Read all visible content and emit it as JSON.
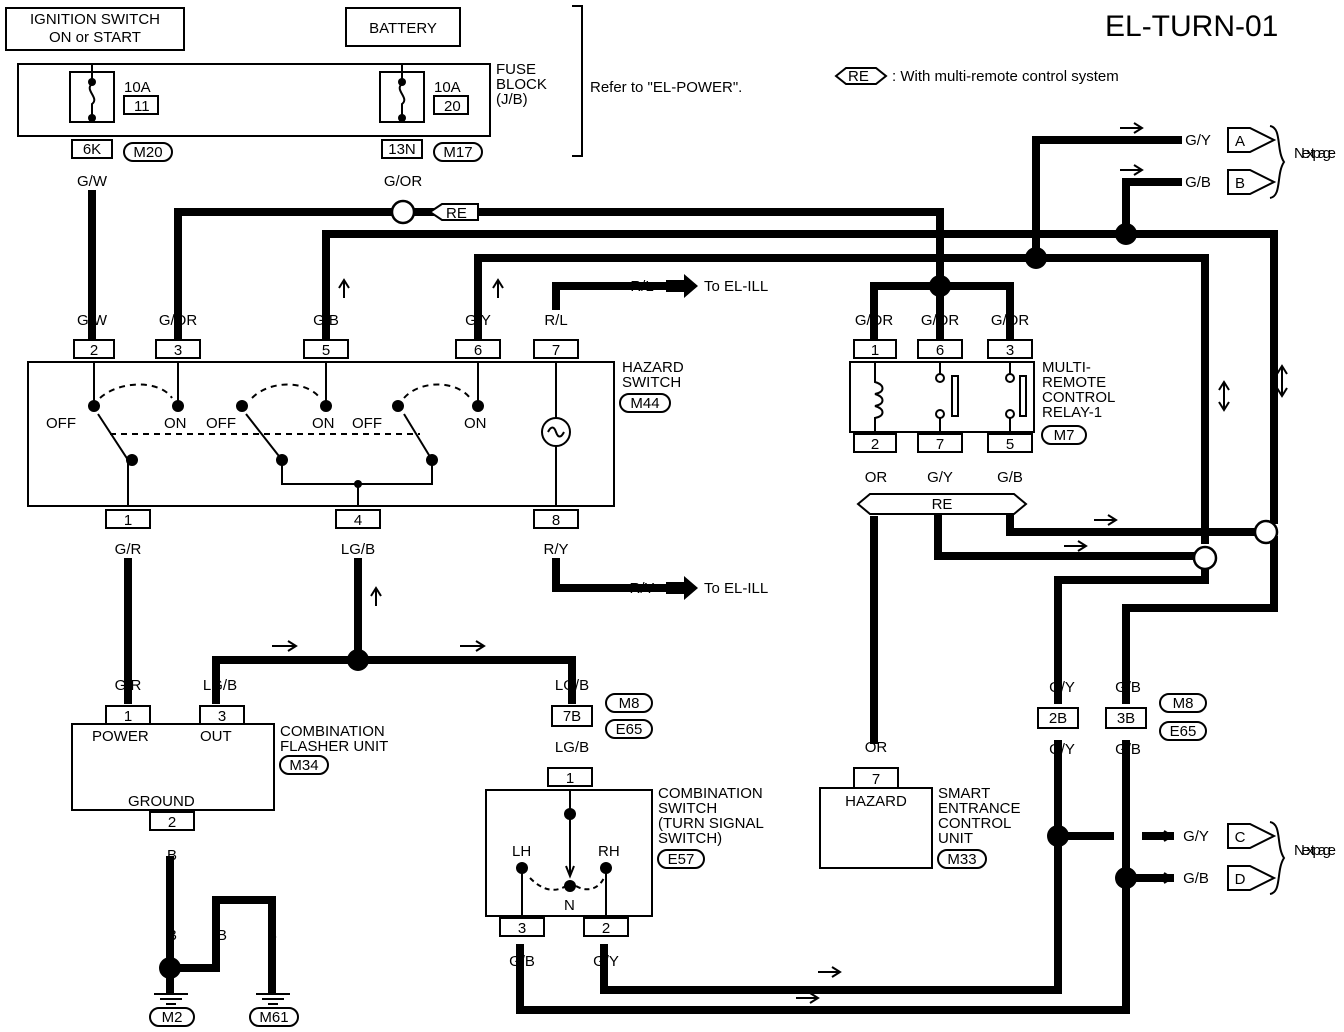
{
  "title": "EL-TURN-01",
  "legend": {
    "badge": "RE",
    "text": ": With multi-remote control system"
  },
  "refer_note": "Refer to \"EL-POWER\".",
  "next_page": "Next page",
  "to_el_ill": "To EL-ILL",
  "ignition": {
    "line1": "IGNITION SWITCH",
    "line2": "ON or START"
  },
  "battery": "BATTERY",
  "fuse_block": {
    "line1": "FUSE",
    "line2": "BLOCK",
    "line3": "(J/B)",
    "fuse1_amp": "10A",
    "fuse1_no": "11",
    "fuse2_amp": "10A",
    "fuse2_no": "20",
    "term1": "6K",
    "term2": "13N",
    "conn1": "M20",
    "conn2": "M17"
  },
  "hazard_switch": {
    "line1": "HAZARD",
    "line2": "SWITCH",
    "conn": "M44",
    "pins": [
      "2",
      "3",
      "5",
      "6",
      "7",
      "1",
      "4",
      "8"
    ],
    "off": "OFF",
    "on": "ON"
  },
  "relay": {
    "line1": "MULTI-",
    "line2": "REMOTE",
    "line3": "CONTROL",
    "line4": "RELAY-1",
    "conn": "M7",
    "pins": [
      "1",
      "6",
      "3",
      "2",
      "7",
      "5"
    ],
    "re": "RE"
  },
  "flasher": {
    "line1": "COMBINATION",
    "line2": "FLASHER UNIT",
    "conn": "M34",
    "power": "POWER",
    "out": "OUT",
    "ground": "GROUND",
    "pins": [
      "1",
      "3",
      "2"
    ]
  },
  "combo_switch": {
    "line1": "COMBINATION",
    "line2": "SWITCH",
    "line3": "(TURN SIGNAL",
    "line4": "SWITCH)",
    "conn": "E57",
    "lh": "LH",
    "rh": "RH",
    "n": "N",
    "pins": [
      "1",
      "3",
      "2"
    ]
  },
  "smart_unit": {
    "line1": "SMART",
    "line2": "ENTRANCE",
    "line3": "CONTROL",
    "line4": "UNIT",
    "conn": "M33",
    "hazard": "HAZARD",
    "pin": "7"
  },
  "connectors": {
    "m8": "M8",
    "e65": "E65",
    "t7b": "7B",
    "t2b": "2B",
    "t3b": "3B"
  },
  "wires": {
    "gw": "G/W",
    "gor": "G/OR",
    "gb": "G/B",
    "gy": "G/Y",
    "rl": "R/L",
    "gr": "G/R",
    "lgb": "LG/B",
    "ry": "R/Y",
    "or": "OR",
    "b": "B"
  },
  "offpage": {
    "a": "A",
    "b": "B",
    "c": "C",
    "d": "D"
  },
  "grounds": {
    "m2": "M2",
    "m61": "M61"
  }
}
